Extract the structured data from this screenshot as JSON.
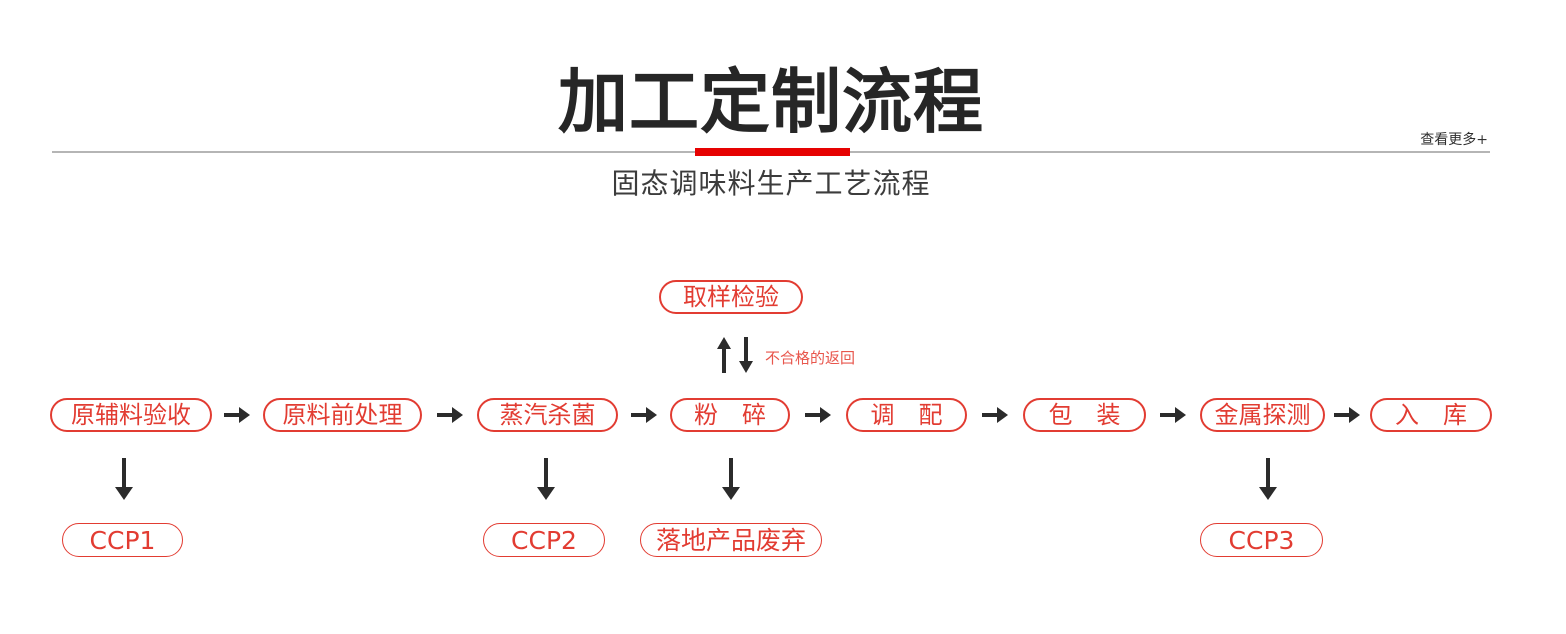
{
  "header": {
    "title": "加工定制流程",
    "subtitle": "固态调味料生产工艺流程",
    "view_more": "查看更多+"
  },
  "colors": {
    "node_red": "#e23c32",
    "accent_bar_red": "#e60202",
    "feedback_text_red": "#e8564c",
    "arrow_black": "#2b2b2b",
    "divider_gray": "#b5b5b5",
    "title_black": "#262626"
  },
  "flow": {
    "top_node": {
      "label": "取样检验"
    },
    "feedback_label": "不合格的返回",
    "main_nodes": [
      {
        "label": "原辅料验收"
      },
      {
        "label": "原料前处理"
      },
      {
        "label": "蒸汽杀菌"
      },
      {
        "label": "粉　碎"
      },
      {
        "label": "调　配"
      },
      {
        "label": "包　装"
      },
      {
        "label": "金属探测"
      },
      {
        "label": "入　库"
      }
    ],
    "ccp_nodes": [
      {
        "label": "CCP1"
      },
      {
        "label": "CCP2"
      },
      {
        "label": "落地产品废弃"
      },
      {
        "label": "CCP3"
      }
    ]
  }
}
